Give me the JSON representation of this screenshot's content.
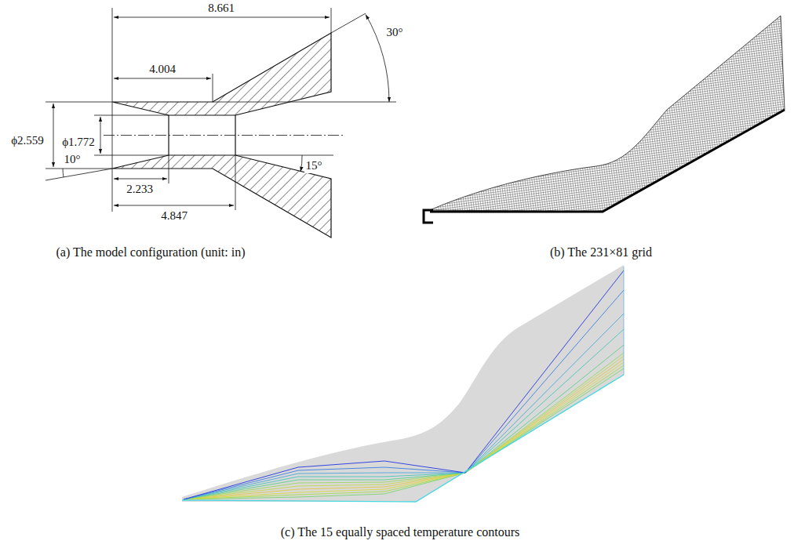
{
  "diagram": {
    "labels": [
      "8.661",
      "4.004",
      "30°",
      "ϕ2.559",
      "ϕ1.772",
      "10°",
      "15°",
      "2.233",
      "4.847",
      "(a) The model configuration (unit: in)",
      "(b) The 231×81 grid",
      "(c) The 15 equally spaced temperature contours"
    ]
  }
}
